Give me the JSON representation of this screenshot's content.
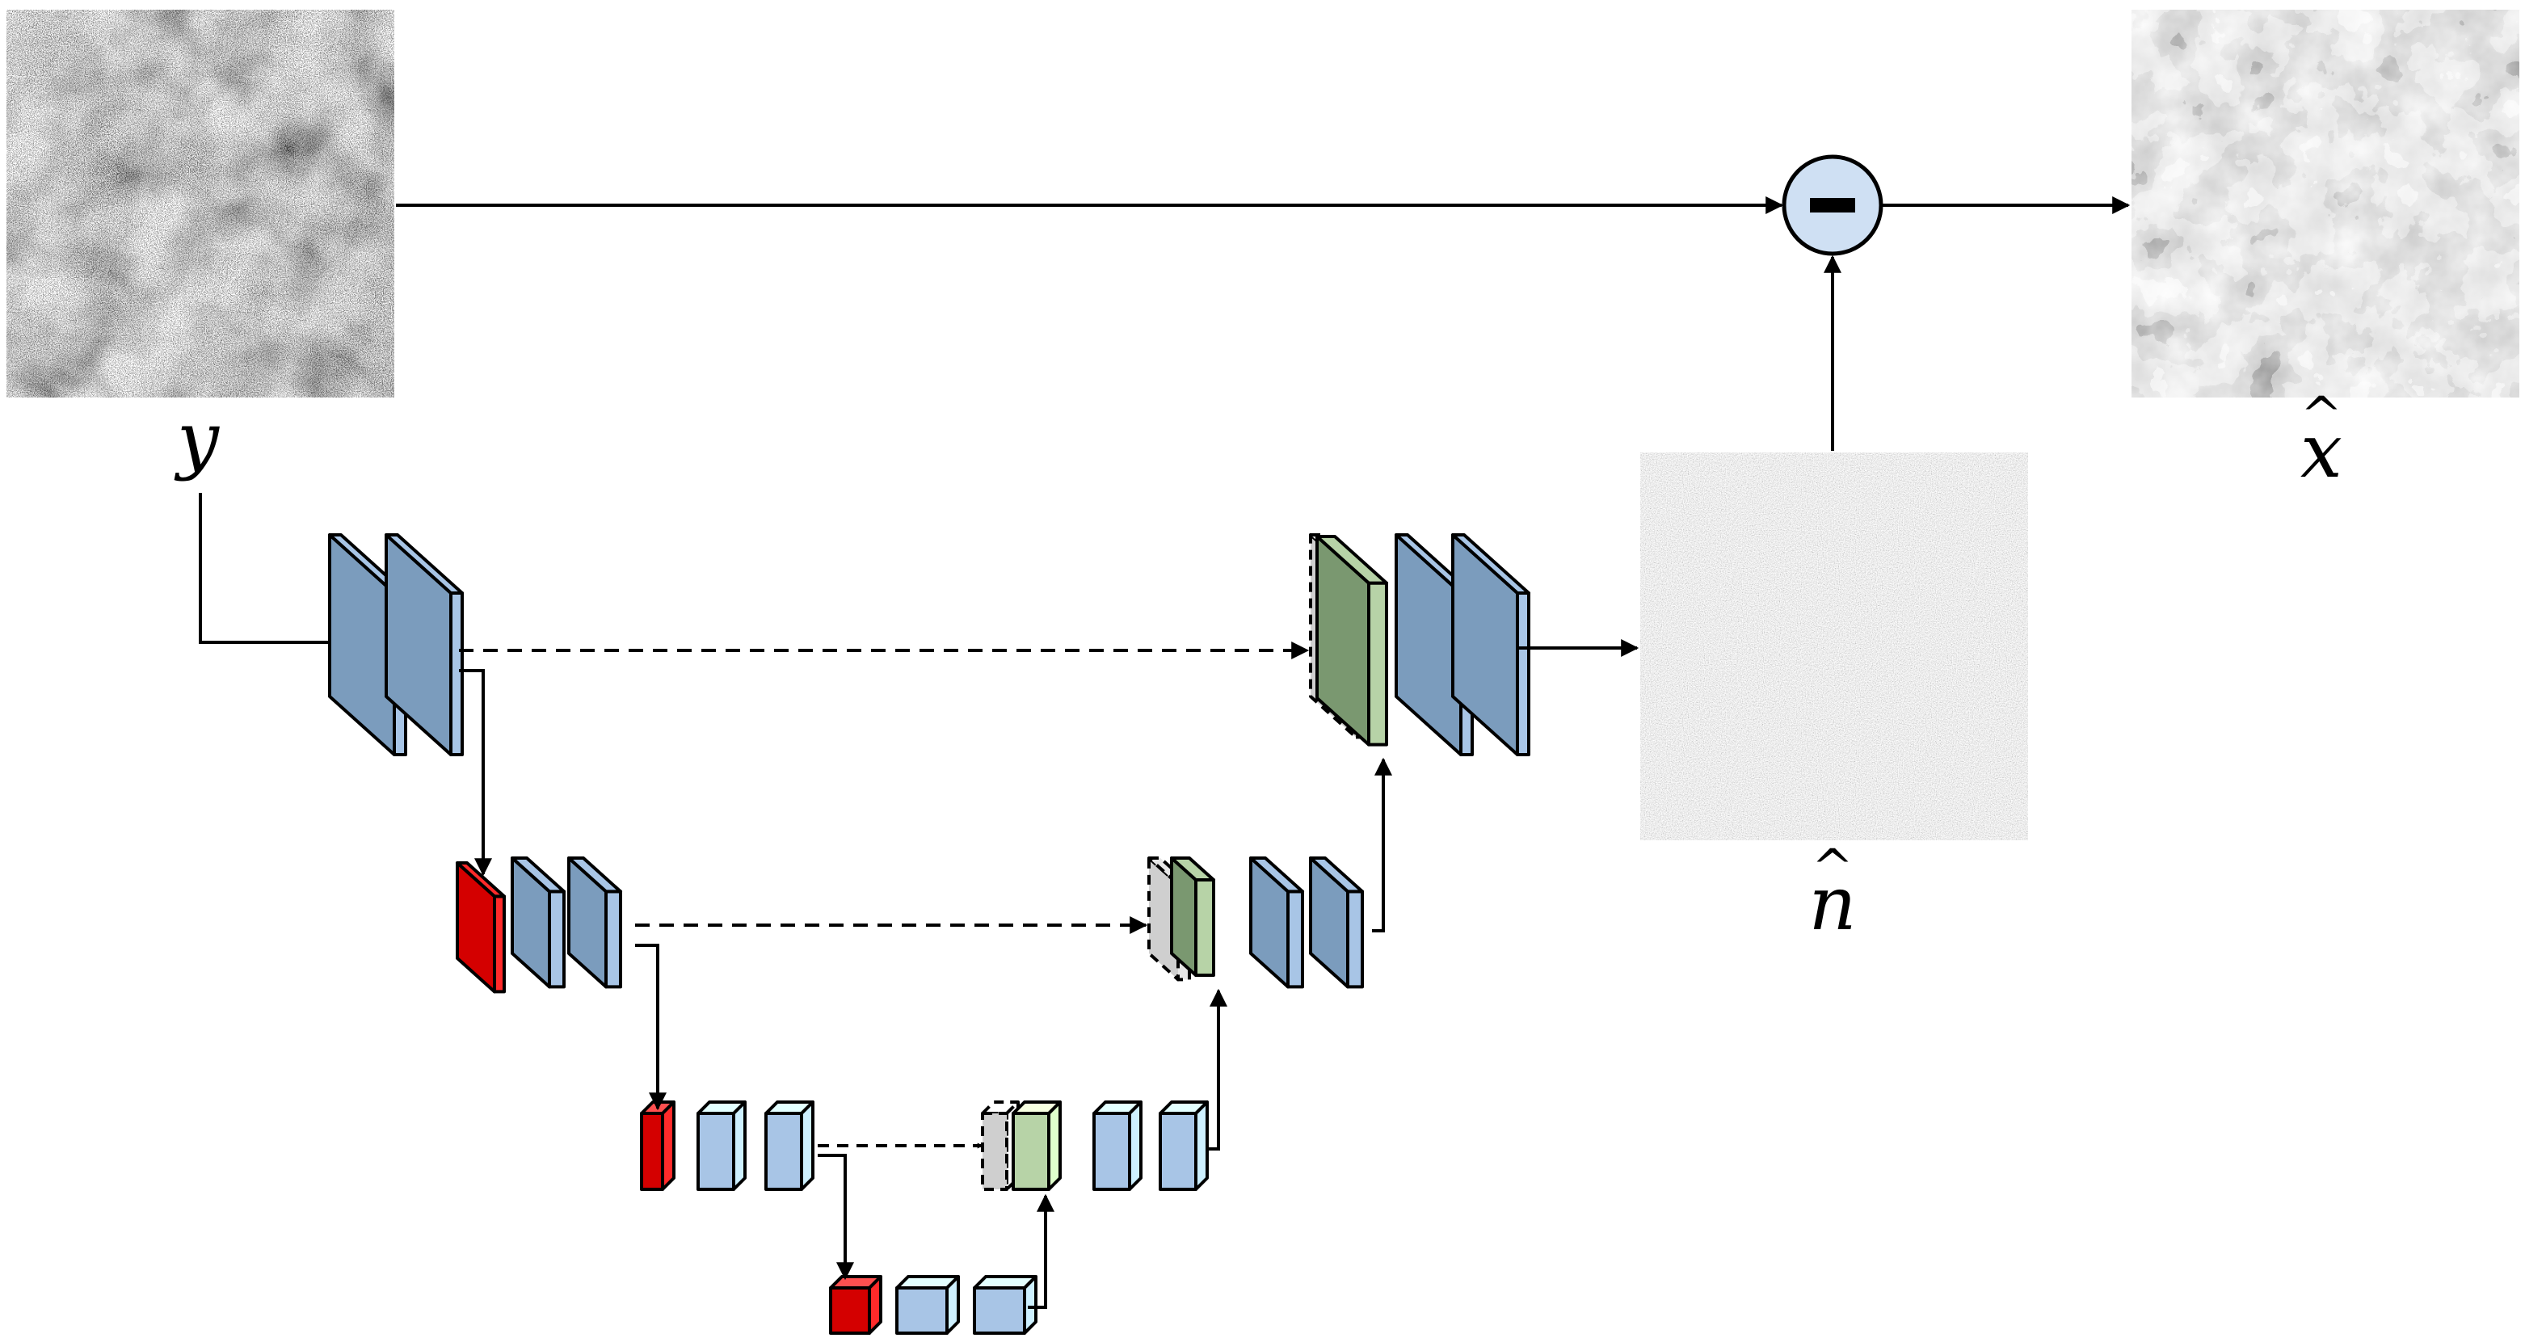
{
  "labels": {
    "input": "y",
    "noise": "n",
    "output": "x",
    "hat": "^"
  },
  "operator": {
    "symbol": "minus",
    "fill": "#cfe0f3"
  },
  "colors": {
    "encoder_dark": "#7b9cbd",
    "encoder_light": "#a8c5e6",
    "pool_red": "#d40000",
    "decoder_green": "#7a9870",
    "decoder_light_green": "#b7d3a7",
    "concat_gray": "#cfcfcf",
    "edge": "#000000"
  },
  "icons": {
    "operator": "minus-circle-icon"
  }
}
